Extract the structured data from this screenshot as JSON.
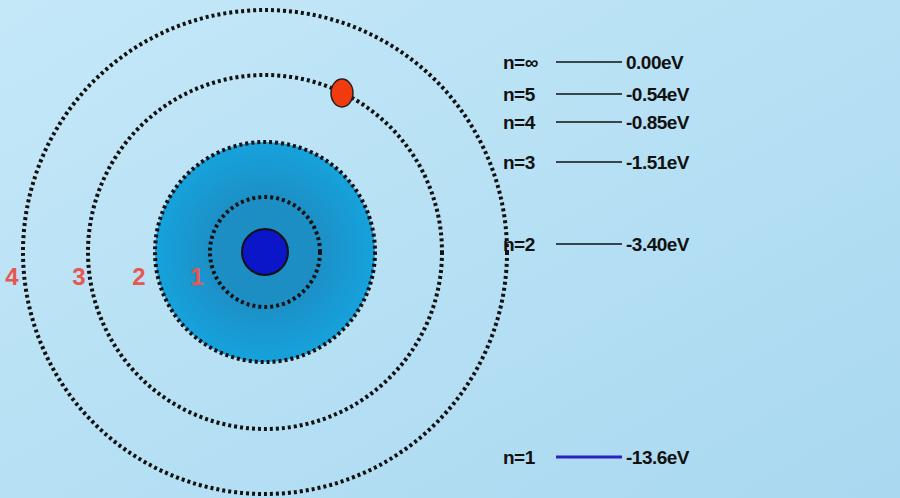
{
  "diagram": {
    "labels": [
      "4",
      "3",
      "2",
      "1",
      "n=∞",
      "0.00eV",
      "n=5",
      "-0.54eV",
      "n=4",
      "-0.85eV",
      "n=3",
      "-1.51eV",
      "n=2",
      "-3.40eV",
      "n=1",
      "-13.6eV"
    ]
  }
}
